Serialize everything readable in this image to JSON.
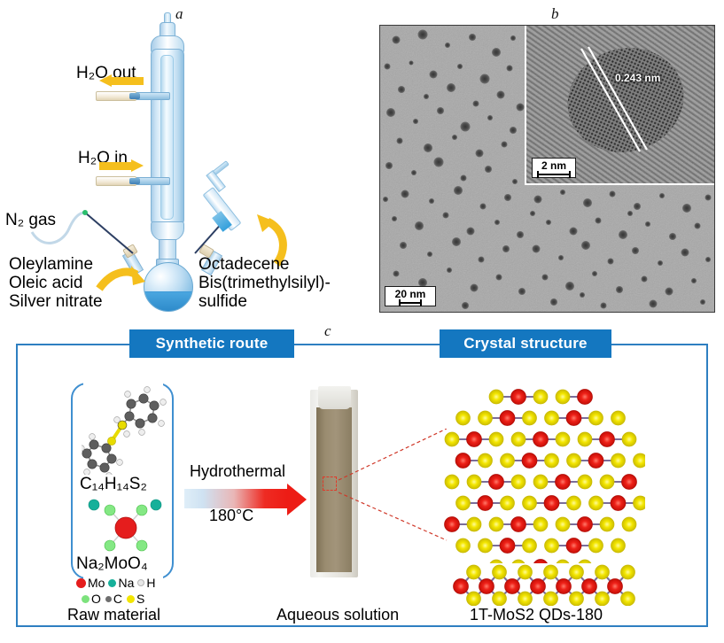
{
  "figure": {
    "panels": [
      {
        "id": "a",
        "letter": "a"
      },
      {
        "id": "b",
        "letter": "b"
      },
      {
        "id": "c",
        "letter": "c"
      }
    ]
  },
  "panel_a": {
    "letter": "a",
    "labels": {
      "water_out": "H₂O out",
      "water_in": "H₂O in",
      "nitrogen": "N₂ gas",
      "left_reagents": [
        "Oleylamine",
        "Oleic acid",
        "Silver nitrate"
      ],
      "right_reagents": [
        "Octadecene",
        "Bis(trimethylsilyl)-",
        "sulfide"
      ]
    },
    "icons": {
      "arrow_out": "left-arrow-icon",
      "arrow_in": "right-arrow-icon",
      "curved_arrow_left": "curved-arrow-icon",
      "curved_arrow_right": "curved-arrow-icon"
    },
    "colors": {
      "arrow": "#f5bf1d",
      "glass": "#bcdcf2",
      "liquid": "#2e8bcb"
    }
  },
  "panel_b": {
    "letter": "b",
    "scalebar_main": "20 nm",
    "scalebar_inset": "2 nm",
    "lattice_spacing": "0.243 nm",
    "description": "TEM micrograph of nanoparticles with HRTEM inset"
  },
  "panel_c": {
    "letter": "c",
    "banners": {
      "left": "Synthetic route",
      "right": "Crystal structure"
    },
    "raw_material": {
      "molecule_1_formula": "C₁₄H₁₄S₂",
      "molecule_2_formula": "Na₂MoO₄",
      "caption": "Raw material",
      "legend": [
        {
          "symbol": "Mo",
          "color": "#e51d1d",
          "size": 11
        },
        {
          "symbol": "Na",
          "color": "#16b09a",
          "size": 9
        },
        {
          "symbol": "H",
          "color": "#e4e4e4",
          "size": 7
        },
        {
          "symbol": "O",
          "color": "#6fd96f",
          "size": 8
        },
        {
          "symbol": "C",
          "color": "#6e6e6e",
          "size": 7
        },
        {
          "symbol": "S",
          "color": "#f2e500",
          "size": 9
        }
      ]
    },
    "reaction": {
      "method": "Hydrothermal",
      "temperature": "180°C"
    },
    "solution": {
      "caption": "Aqueous solution",
      "liquid_color": "#9a8c70"
    },
    "product": {
      "caption": "1T-MoS2  QDs-180",
      "atom_colors": {
        "Mo": "#e8201a",
        "S": "#f2e500",
        "bond": "#6d5f8e"
      },
      "top_view_rows": 9,
      "top_view_cols": 9,
      "side_view_units": 7
    },
    "colors": {
      "banner_bg": "#1477c0",
      "banner_text": "#ffffff",
      "frame_border": "#2e7fc1",
      "bracket": "#3f8fd0",
      "arrow_hot": "#ed1c15",
      "arrow_cold": "#dfeef8",
      "callout": "#d0392a"
    }
  }
}
